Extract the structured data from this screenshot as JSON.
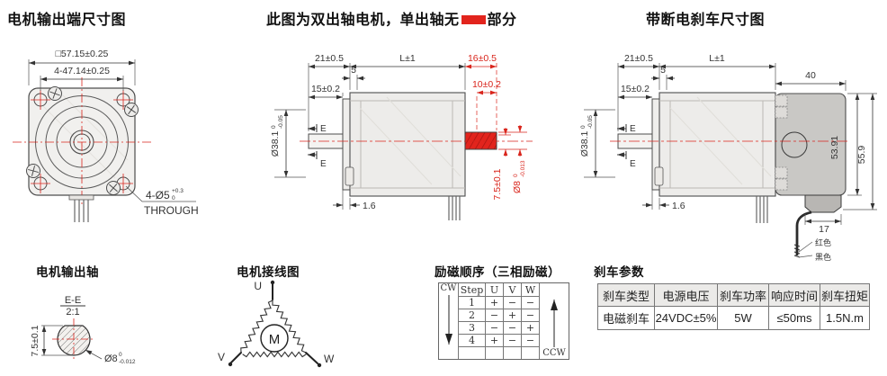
{
  "colors": {
    "accent_red": "#e2241d",
    "line": "#4d4d4d"
  },
  "front_view": {
    "title": "电机输出端尺寸图",
    "dim_square": "□57.15±0.25",
    "dim_holes": "4-47.14±0.25",
    "hole_callout": "4-Ø5",
    "hole_tol_sup": "+0.3",
    "hole_tol_sub": "0",
    "hole_through": "THROUGH"
  },
  "side_view": {
    "title_pre": "此图为双出轴电机，单出轴无",
    "title_post": "部分",
    "dim_front": "21±0.5",
    "dim_body": "L±1",
    "dim_rear": "16±0.5",
    "dim_step": "5",
    "dim_rear_machined": "10±0.2",
    "dim_shaft_len": "15±0.2",
    "dim_pilot": "Ø38.1",
    "pilot_tol_sup": "0",
    "pilot_tol_sub": "-0.05",
    "section_e": "E",
    "dim_flange": "1.6",
    "dim_flat": "7.5±0.1",
    "dim_shaft_dia": "Ø8",
    "shaft_tol_sup": "0",
    "shaft_tol_sub": "-0.013"
  },
  "brake_view": {
    "title": "带断电刹车尺寸图",
    "dim_front": "21±0.5",
    "dim_body": "L±1",
    "dim_brake_len": "40",
    "dim_step": "5",
    "dim_shaft_len": "15±0.2",
    "dim_pilot": "Ø38.1",
    "pilot_tol_sup": "0",
    "pilot_tol_sub": "-0.05",
    "section_e": "E",
    "dim_flange": "1.6",
    "dim_brake_body": "53.91",
    "dim_total": "55.9",
    "dim_connector": "17",
    "wire_red": "红色",
    "wire_black": "黑色"
  },
  "shaft_section": {
    "title": "电机输出轴",
    "label": "E-E",
    "scale": "2:1",
    "dim_flat": "7.5±0.1",
    "dim_dia": "Ø8",
    "dia_tol_sup": "0",
    "dia_tol_sub": "-0.012"
  },
  "wiring": {
    "title": "电机接线图",
    "u": "U",
    "v": "V",
    "w": "W",
    "motor": "M"
  },
  "excitation": {
    "title": "励磁顺序（三相励磁）",
    "cw": "CW",
    "ccw": "CCW",
    "headers": [
      "Step",
      "U",
      "V",
      "W"
    ],
    "rows": [
      [
        "1",
        "+",
        "−",
        "−"
      ],
      [
        "2",
        "−",
        "+",
        "−"
      ],
      [
        "3",
        "−",
        "−",
        "+"
      ],
      [
        "4",
        "+",
        "−",
        "−"
      ]
    ]
  },
  "brake_params": {
    "title": "刹车参数",
    "headers": [
      "刹车类型",
      "电源电压",
      "刹车功率",
      "响应时间",
      "刹车扭矩"
    ],
    "values": [
      "电磁刹车",
      "24VDC±5%",
      "5W",
      "≤50ms",
      "1.5N.m"
    ]
  }
}
